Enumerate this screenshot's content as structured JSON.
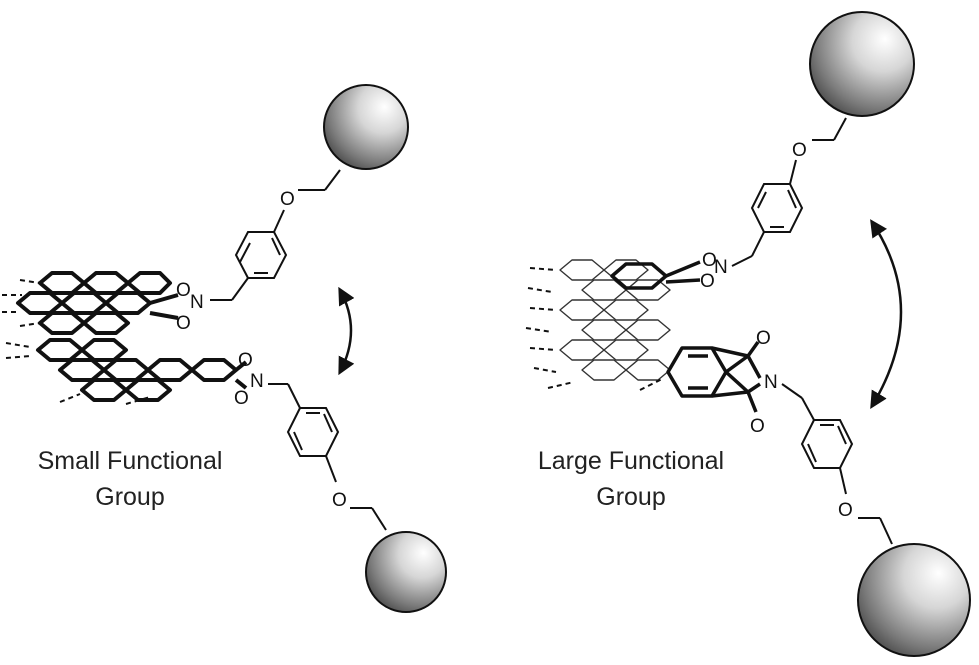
{
  "captions": {
    "small": {
      "line1": "Small Functional",
      "line2": "Group"
    },
    "large": {
      "line1": "Large Functional",
      "line2": "Group"
    }
  },
  "atom_labels": {
    "oxygen": "O",
    "nitrogen": "N"
  },
  "colors": {
    "bond": "#111111",
    "thin_bond": "#333333",
    "sphere_highlight": "#ffffff",
    "sphere_mid": "#bdbdbd",
    "sphere_shadow": "#3a3a3a",
    "text": "#222222"
  }
}
